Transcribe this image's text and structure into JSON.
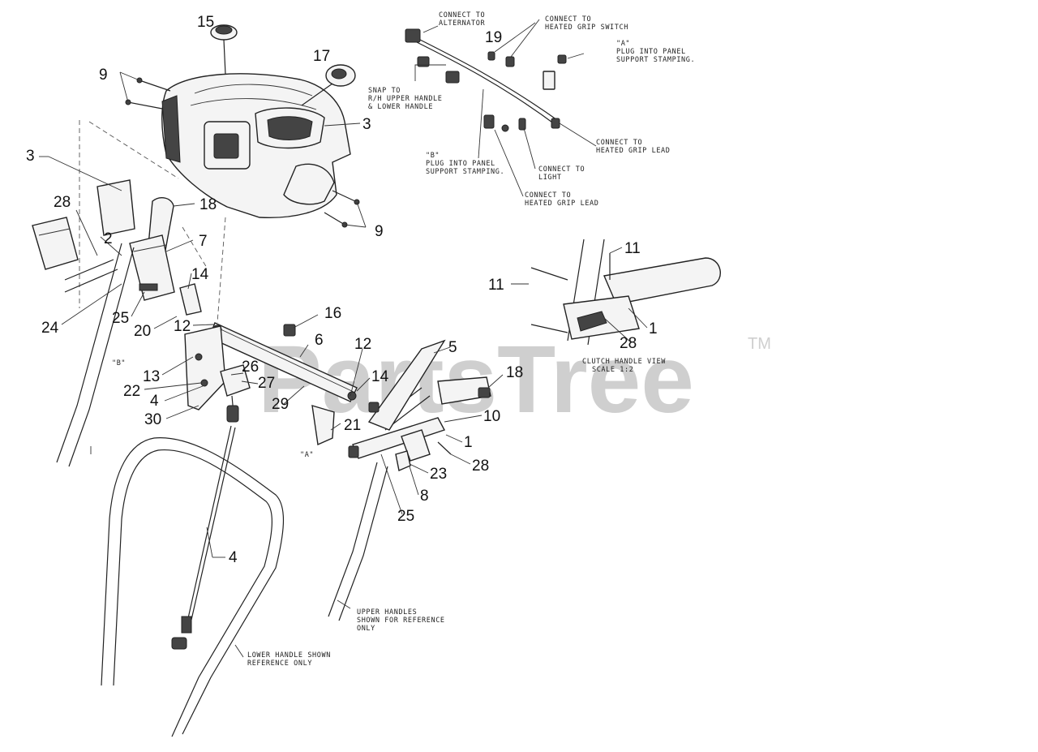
{
  "watermark": {
    "text": "PartsTree",
    "tm": "TM"
  },
  "part_numbers": {
    "p15": "15",
    "p17": "17",
    "p9a": "9",
    "p9b": "9",
    "p3a": "3",
    "p3b": "3",
    "p19": "19",
    "p28a": "28",
    "p18a": "18",
    "p2": "2",
    "p7": "7",
    "p14a": "14",
    "p24": "24",
    "p25a": "25",
    "p20": "20",
    "p12a": "12",
    "p16": "16",
    "p6": "6",
    "p12b": "12",
    "p5": "5",
    "p13": "13",
    "p26": "26",
    "p27": "27",
    "p14b": "14",
    "p18b": "18",
    "p22": "22",
    "p4a": "4",
    "p29": "29",
    "p30": "30",
    "p21": "21",
    "p10": "10",
    "p1a": "1",
    "p23": "23",
    "p28b": "28",
    "p8": "8",
    "p25b": "25",
    "p4b": "4",
    "p11a": "11",
    "p11b": "11",
    "p28c": "28",
    "p1b": "1"
  },
  "callouts": {
    "connect_alternator": [
      "CONNECT TO",
      "ALTERNATOR"
    ],
    "connect_heated_grip_switch": [
      "CONNECT TO",
      "HEATED GRIP SWITCH"
    ],
    "plug_a": [
      "\"A\"",
      "PLUG INTO PANEL",
      "SUPPORT STAMPING."
    ],
    "snap_to": [
      "SNAP TO",
      "R/H UPPER HANDLE",
      "& LOWER HANDLE"
    ],
    "plug_b": [
      "\"B\"",
      "PLUG INTO PANEL",
      "SUPPORT STAMPING."
    ],
    "connect_heated_grip_lead_r": [
      "CONNECT TO",
      "HEATED GRIP LEAD"
    ],
    "connect_light": [
      "CONNECT TO",
      "LIGHT"
    ],
    "connect_heated_grip_lead_c": [
      "CONNECT TO",
      "HEATED GRIP LEAD"
    ],
    "clutch_view": [
      "CLUTCH HANDLE VIEW",
      "SCALE 1:2"
    ],
    "label_b": "\"B\"",
    "label_a": "\"A\"",
    "upper_handles": [
      "UPPER HANDLES",
      "SHOWN FOR REFERENCE",
      "ONLY"
    ],
    "lower_handle": [
      "LOWER HANDLE SHOWN",
      "REFERENCE ONLY"
    ]
  }
}
